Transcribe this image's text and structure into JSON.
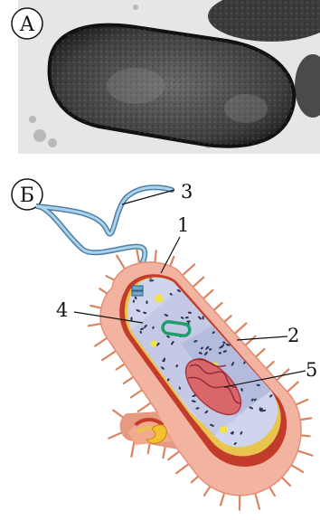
{
  "panels": {
    "a": {
      "letter": "А"
    },
    "b": {
      "letter": "Б"
    }
  },
  "labels": [
    {
      "id": "1",
      "text": "1"
    },
    {
      "id": "2",
      "text": "2"
    },
    {
      "id": "3",
      "text": "3"
    },
    {
      "id": "4",
      "text": "4"
    },
    {
      "id": "5",
      "text": "5"
    }
  ],
  "colors": {
    "micrograph_bg": "#e9e9e9",
    "cell_dark": "#3a3a3a",
    "pili": "#d2845f",
    "capsule": "#f1b3a2",
    "wall": "#c23a2a",
    "membrane": "#e8c14a",
    "cytoplasm": "#cdd3ea",
    "flagellum": "#6fa8c8",
    "dna": "#c94f55",
    "plasmid": "#2aa06c"
  }
}
